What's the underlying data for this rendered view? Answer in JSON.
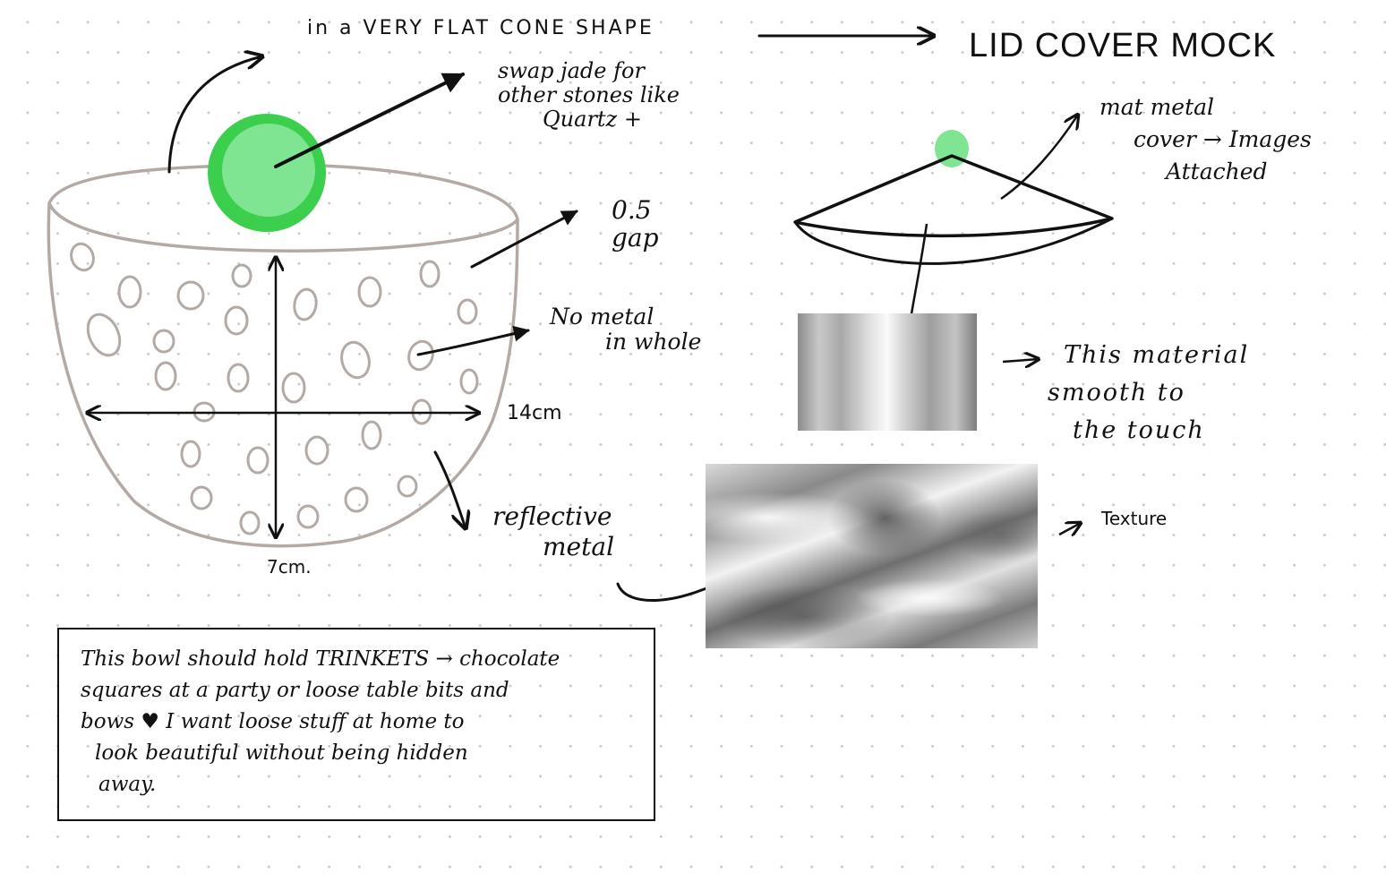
{
  "notes": {
    "cone_shape": "in a VERY FLAT CONE SHAPE",
    "lid_title": "LID COVER MOCK",
    "swap_stone": [
      "swap jade for",
      "other stones like",
      "Quartz +"
    ],
    "gap": [
      "0.5",
      "gap"
    ],
    "no_metal": [
      "No metal",
      "in whole"
    ],
    "width_measure": "14cm",
    "height_measure": "7cm.",
    "reflective": [
      "reflective",
      "metal"
    ],
    "mat_metal": [
      "mat metal",
      "cover → Images",
      "Attached"
    ],
    "material_smooth": [
      "This material",
      "smooth to",
      "the touch"
    ],
    "texture": "Texture"
  },
  "description_box": {
    "lines": [
      "This bowl should hold TRINKETS → chocolate",
      "squares at a party or loose table bits and",
      "bows ♥ I want loose stuff at home to",
      "look beautiful without being hidden",
      "away."
    ]
  },
  "colors": {
    "stone_outer": "#3ccf4e",
    "stone_inner": "#7fe593",
    "bowl_outline": "#b3aaa6",
    "ink": "#111111"
  }
}
